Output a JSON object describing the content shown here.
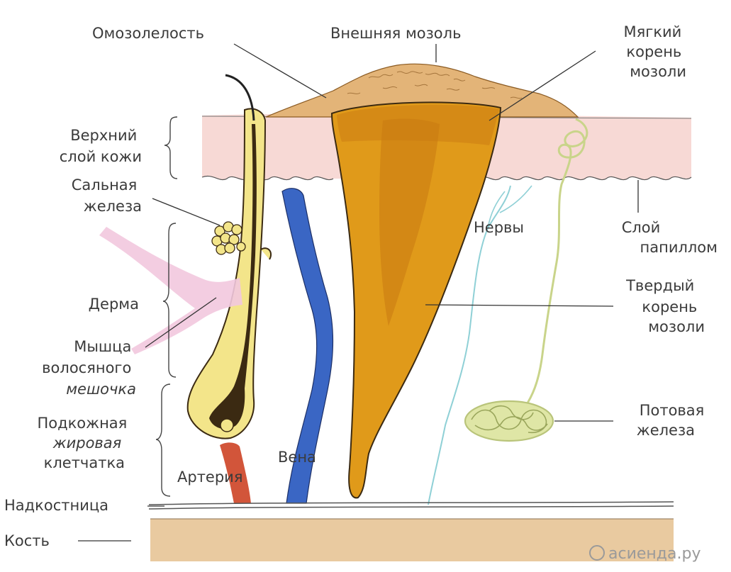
{
  "labels": {
    "callus_hardening": "Омозолелость",
    "external_callus": "Внешняя мозоль",
    "soft_root": [
      "Мягкий",
      "корень",
      "мозоли"
    ],
    "upper_skin": [
      "Верхний",
      "слой кожи"
    ],
    "sebaceous_gland": [
      "Сальная",
      "железа"
    ],
    "dermis": "Дерма",
    "hair_muscle": [
      "Мышца",
      "волосяного",
      "мешочка"
    ],
    "subcutaneous_fat": [
      "Подкожная",
      "жировая",
      "клетчатка"
    ],
    "periosteum": "Надкостница",
    "bone": "Кость",
    "artery": "Артерия",
    "vein": "Вена",
    "nerves": "Нервы",
    "papillary_layer": [
      "Слой",
      "папиллом"
    ],
    "hard_root": [
      "Твердый",
      "корень",
      "мозоли"
    ],
    "sweat_gland": [
      "Потовая",
      "железа"
    ]
  },
  "watermark": "асиенда.ру",
  "colors": {
    "skin_upper": "#f7d9d5",
    "callus_surface": "#e3b478",
    "callus_core": "#e09a1a",
    "callus_core_dark": "#c97a12",
    "hair": "#f3e58a",
    "vein": "#3a66c4",
    "artery": "#d2553a",
    "sweat_gland": "#dfe6a6",
    "bone": "#e9caa0",
    "muscle": "#f2c8de"
  }
}
